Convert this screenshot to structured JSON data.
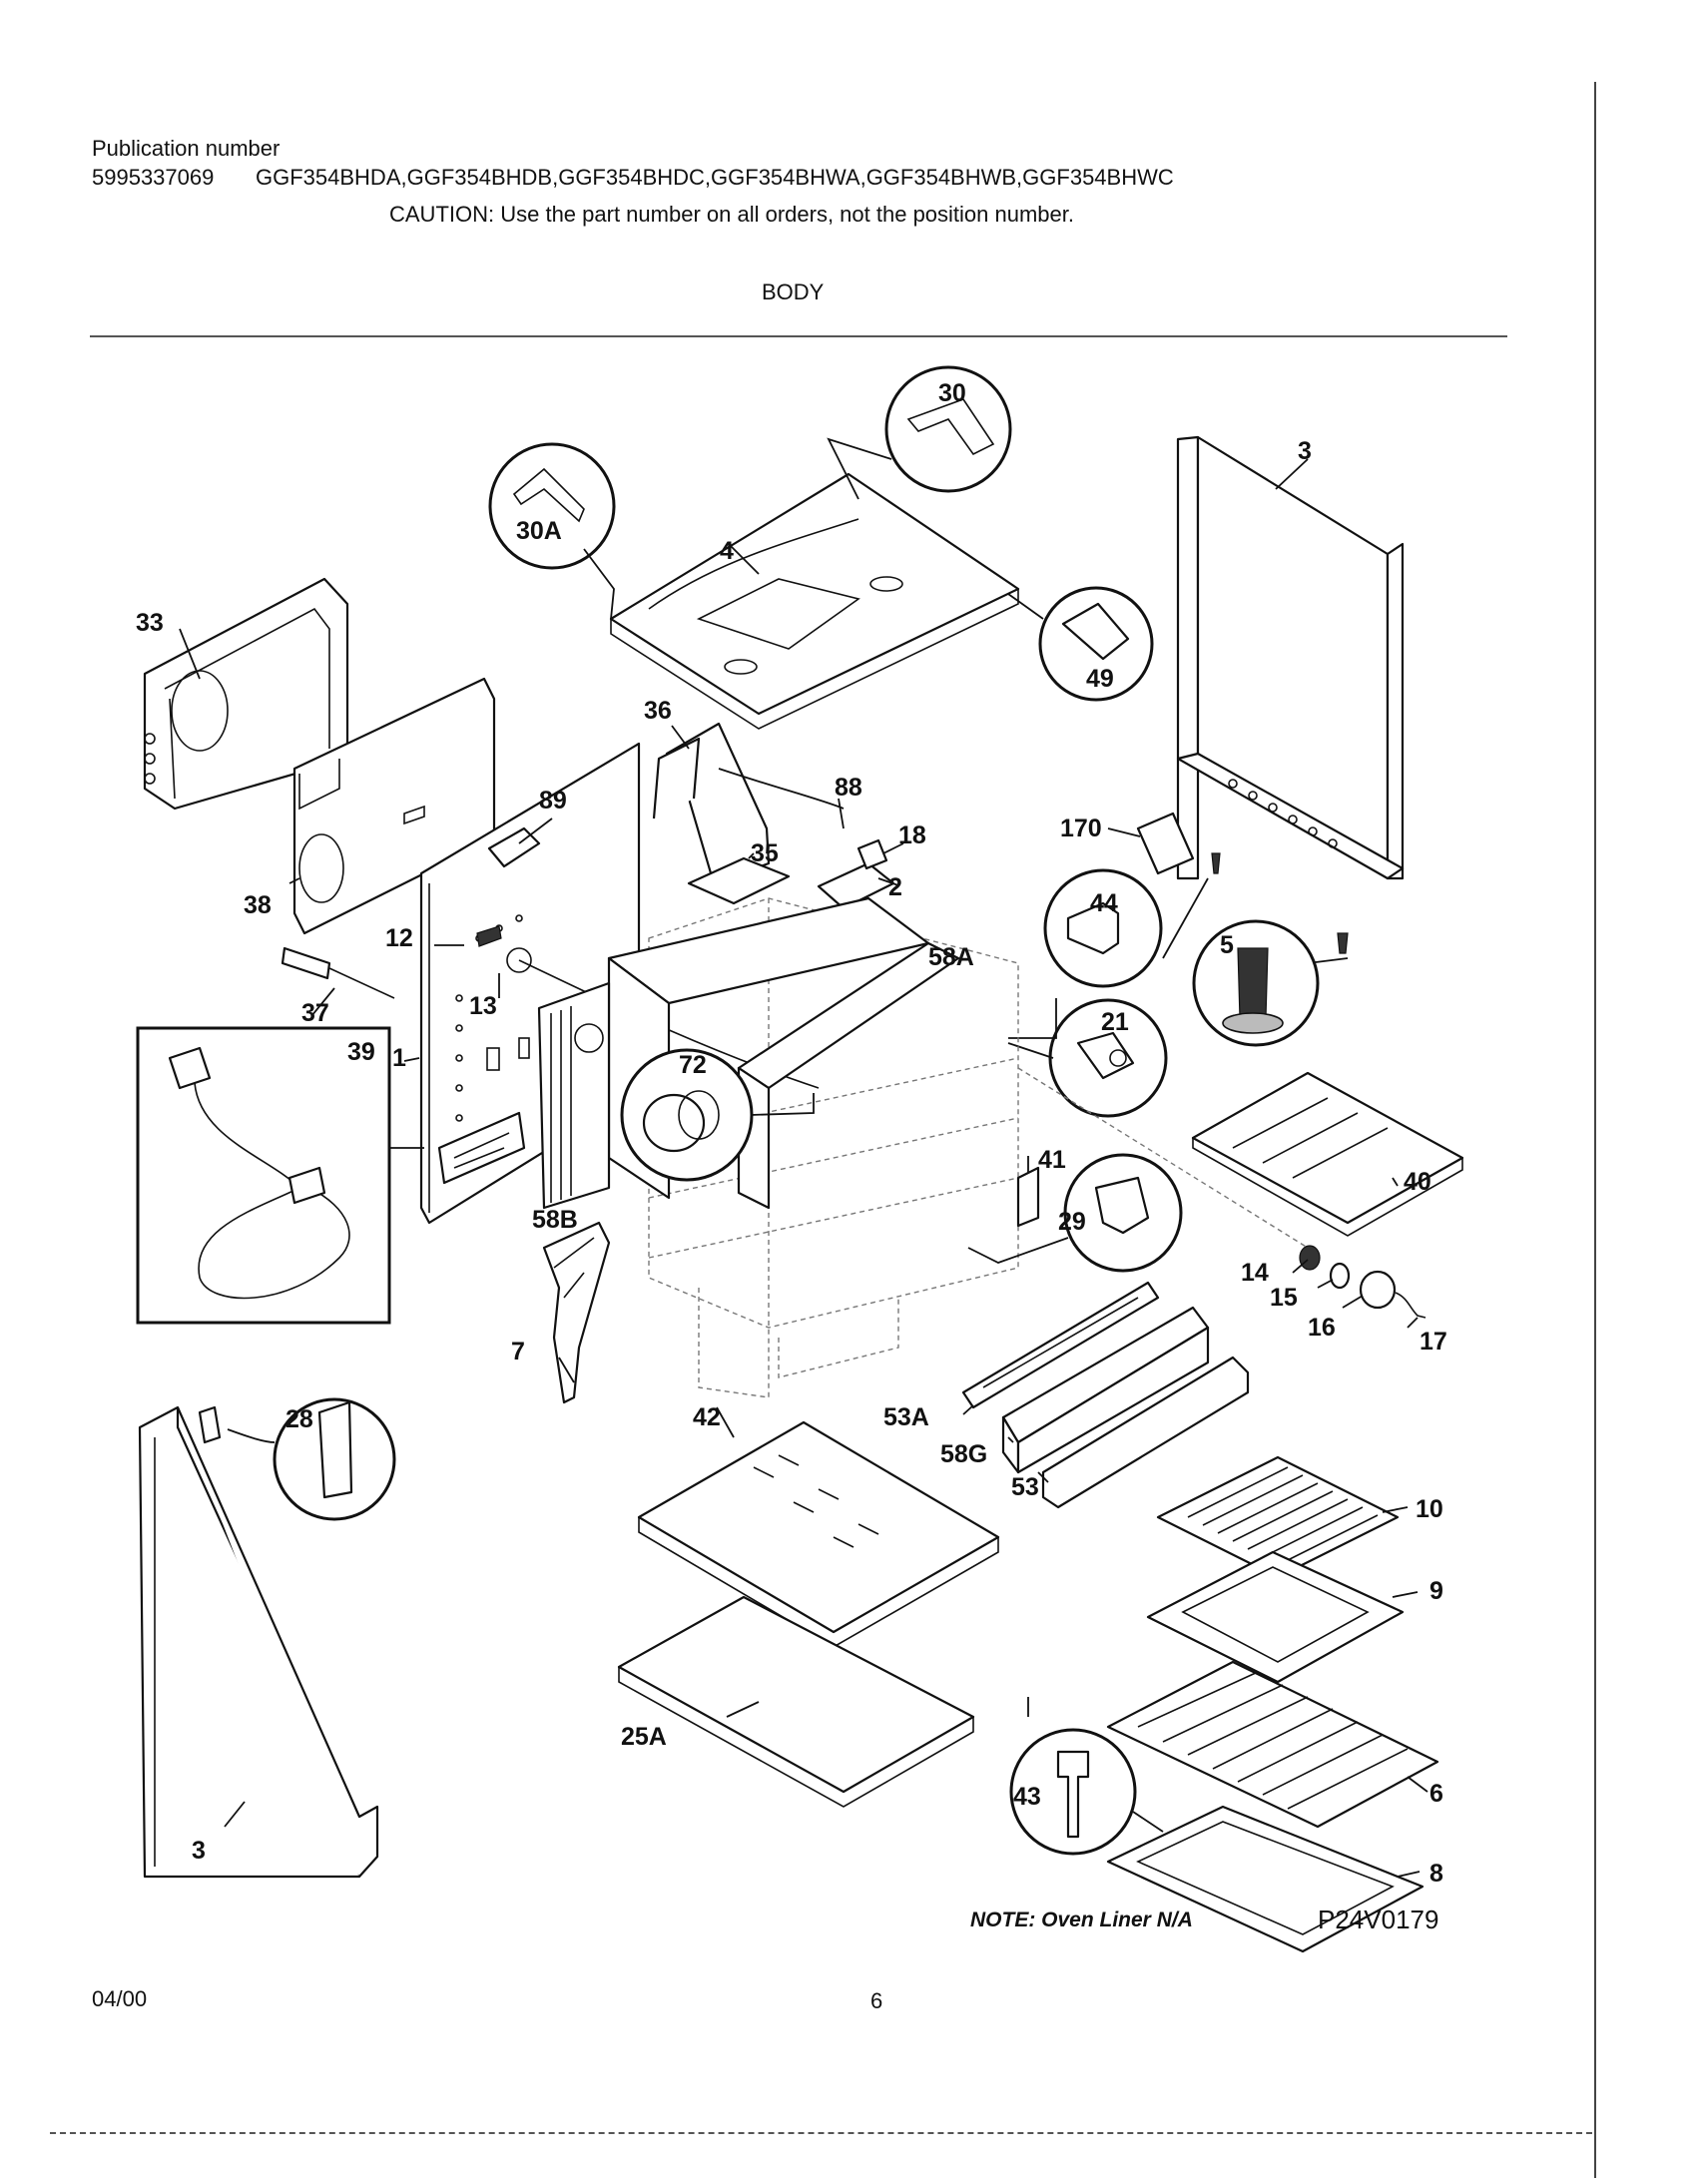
{
  "header": {
    "publication_label": "Publication number",
    "publication_number": "5995337069",
    "models": "GGF354BHDA,GGF354BHDB,GGF354BHDC,GGF354BHWA,GGF354BHWB,GGF354BHWC",
    "caution": "CAUTION:  Use the part number on all orders, not the position number.",
    "section_title": "BODY"
  },
  "diagram": {
    "note": "NOTE: Oven Liner N/A",
    "drawing_code": "P24V0179",
    "callouts": {
      "c1": "1",
      "c2": "2",
      "c3a": "3",
      "c3b": "3",
      "c4": "4",
      "c5": "5",
      "c6": "6",
      "c7": "7",
      "c8": "8",
      "c9": "9",
      "c10": "10",
      "c12": "12",
      "c13": "13",
      "c14": "14",
      "c15": "15",
      "c16": "16",
      "c17": "17",
      "c18": "18",
      "c21": "21",
      "c25a": "25A",
      "c28": "28",
      "c29": "29",
      "c30": "30",
      "c30a": "30A",
      "c33": "33",
      "c35": "35",
      "c36": "36",
      "c37": "37",
      "c38": "38",
      "c39": "39",
      "c40": "40",
      "c41": "41",
      "c42": "42",
      "c43": "43",
      "c44": "44",
      "c49": "49",
      "c53": "53",
      "c53a": "53A",
      "c58a": "58A",
      "c58b": "58B",
      "c58g": "58G",
      "c72": "72",
      "c88": "88",
      "c89": "89",
      "c170": "170"
    }
  },
  "footer": {
    "date": "04/00",
    "page_number": "6"
  }
}
